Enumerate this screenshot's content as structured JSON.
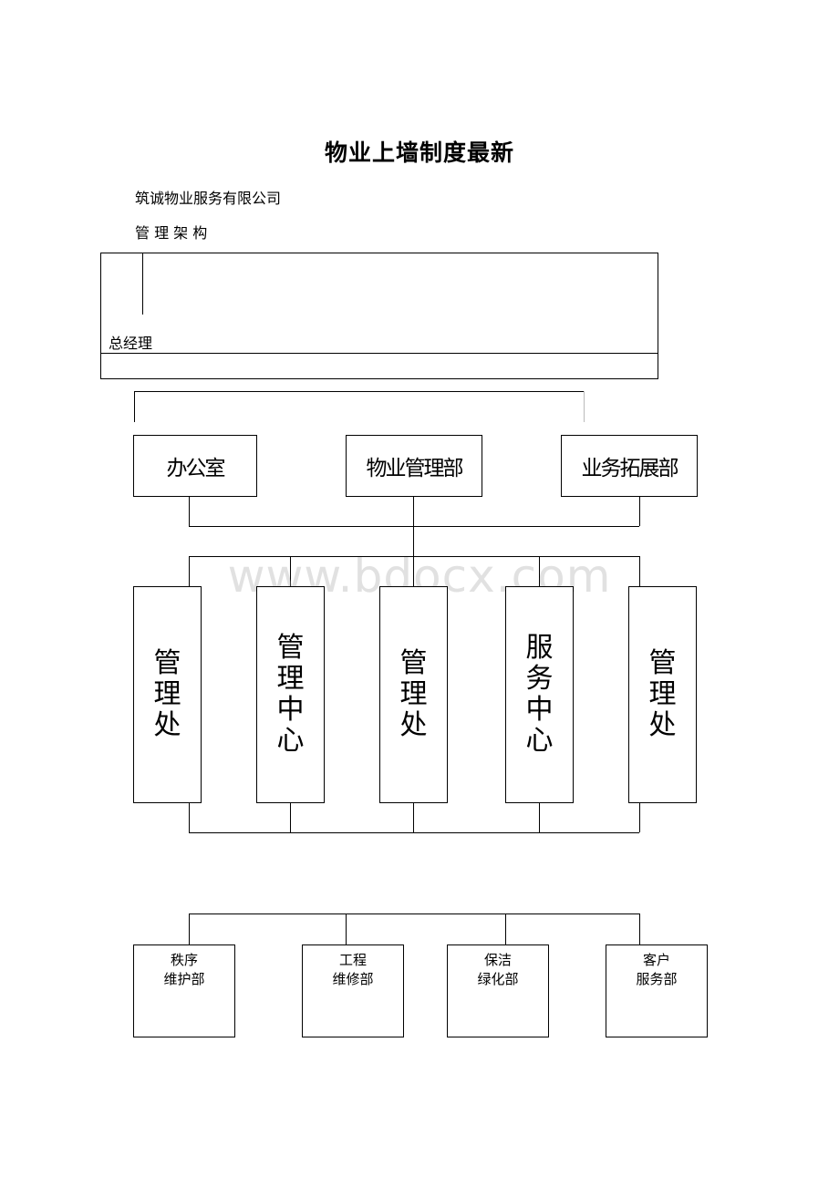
{
  "title": "物业上墙制度最新",
  "company": "筑诚物业服务有限公司",
  "section": "管 理 架 构",
  "gm": "总经理",
  "tier1": [
    "办公室",
    "物业管理部",
    "业务拓展部"
  ],
  "tier2": [
    "管理处",
    "管理中心",
    "管理处",
    "服务中心",
    "管理处"
  ],
  "tier3": [
    {
      "line1": "秩序",
      "line2": "维护部"
    },
    {
      "line1": "工程",
      "line2": "维修部"
    },
    {
      "line1": "保洁",
      "line2": "绿化部"
    },
    {
      "line1": "客户",
      "line2": "服务部"
    }
  ],
  "watermark": "www.bdocx.com"
}
